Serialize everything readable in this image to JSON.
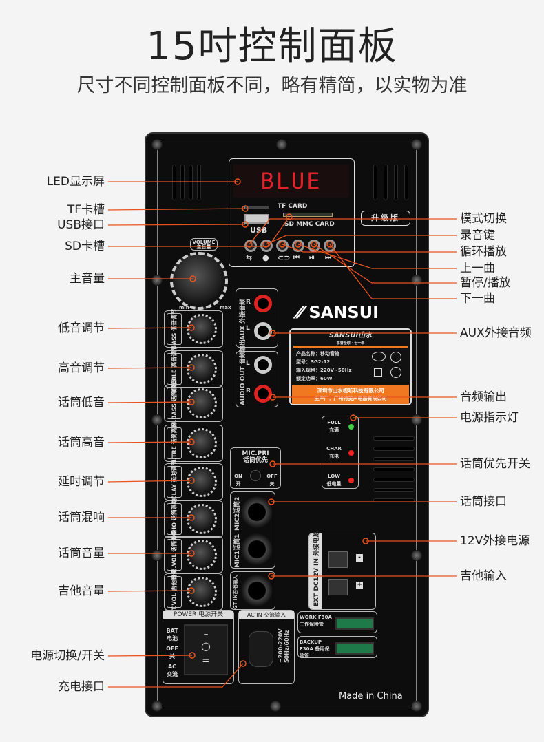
{
  "title": "15吋控制面板",
  "subtitle": "尺寸不同控制面板不同，略有精简，以实物为准",
  "callouts_left": [
    "LED显示屏",
    "TF卡槽",
    "USB接口",
    "SD卡槽",
    "主音量",
    "低音调节",
    "高音调节",
    "话筒低音",
    "话筒高音",
    "延时调节",
    "话筒混响",
    "话筒音量",
    "吉他音量",
    "电源切换/开关",
    "充电接口"
  ],
  "callouts_right": [
    "模式切换",
    "录音键",
    "循环播放",
    "上一曲",
    "暂停/播放",
    "下一曲",
    "AUX外接音频",
    "音频输出",
    "电源指示灯",
    "话筒优先开关",
    "话筒接口",
    "12V外接电源",
    "吉他输入"
  ],
  "callout_color": "#e8531f",
  "panel": {
    "display": "BLUE",
    "tf_card": "TF CARD",
    "usb": "USB",
    "sd_card": "SD MMC CARD",
    "upgrade_badge": "升级版",
    "volume": "VOLUME 主音量",
    "min": "min",
    "max": "max",
    "brand": "SANSUI",
    "nameplate": {
      "brand": "SANSUI山水",
      "slogan": "享誉全球 · 七十年",
      "product": "产品名称：移动音箱",
      "model": "型号：SG2-12",
      "input": "输入规格：220V~50Hz",
      "power": "额定功率：60W",
      "company": "深圳市山水视听科技有限公司",
      "maker": "生产厂：广州特美声电器有限公司"
    },
    "aux": "AUX 外接音频",
    "audio_out": "AUDIO OUT 音频输出",
    "r": "R",
    "l": "L",
    "knobs": [
      "BASS 低音调节",
      "TREBLE 高音调节",
      "M.BASS 话筒低音",
      "N.TRE 话筒高音",
      "DELAY 延时调节",
      "ECHO 话筒混响",
      "MIC.VOL 话筒音量",
      "GT.VOL 吉他音量"
    ],
    "mic_pri": "MIC.PRI",
    "mic_pri_cn": "话筒优先",
    "on": "ON 开",
    "off": "OFF 关",
    "full": "FULL 充满",
    "char": "CHAR 充电",
    "low": "LOW 低电量",
    "mic2": "MIC2话筒2",
    "mic1": "MIC1话筒1",
    "gt_in": "GT IN吉他输入",
    "ext_dc": "EXT DC12V IN 外接电源",
    "minus": "-",
    "plus": "+",
    "power_switch": "POWER 电源开关",
    "bat": "BAT 电池",
    "sw_off": "OFF 关",
    "ac": "AC 交流",
    "ac_in": "AC IN 交流输入",
    "voltage": "~200-220V 50Hz/60Hz",
    "work_fuse": "WORK F30A 工作保险管",
    "backup_fuse": "BACKUP F30A 备用保险管",
    "made_in": "Made in China"
  }
}
